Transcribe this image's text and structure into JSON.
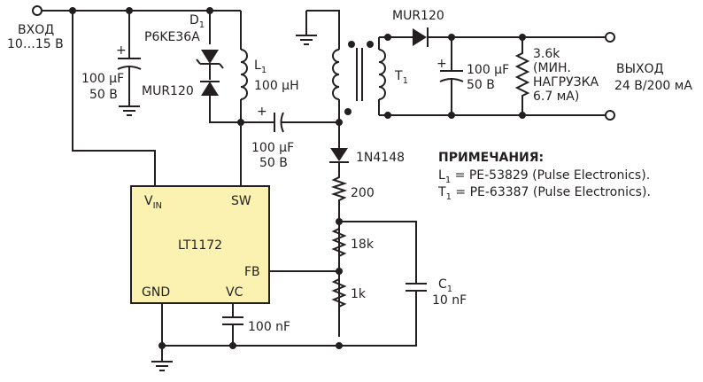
{
  "colors": {
    "ic_fill": "#fbf1b0",
    "line": "#231f20"
  },
  "input": {
    "label": "ВХОД",
    "range": "10…15 В"
  },
  "output": {
    "label": "ВЫХОД",
    "spec": "24 В/200 мА"
  },
  "components": {
    "c_in": {
      "plus": "+",
      "value": "100 µF",
      "voltage": "50 В"
    },
    "d1": {
      "name": "D",
      "sub": "1",
      "part": "P6KE36A"
    },
    "d_clamp": {
      "part": "MUR120"
    },
    "l1": {
      "name": "L",
      "sub": "1",
      "value": "100 µH"
    },
    "c_couple": {
      "plus": "+",
      "value": "100 µF",
      "voltage": "50 В"
    },
    "d_out": {
      "part": "MUR120"
    },
    "t1": {
      "name": "T",
      "sub": "1"
    },
    "c_out": {
      "plus": "+",
      "value": "100 µF",
      "voltage": "50 В"
    },
    "r_load": {
      "value": "3.6k",
      "note1": "(МИН.",
      "note2": "НАГРУЗКА",
      "note3": "6.7 мА)"
    },
    "d_fb": {
      "part": "1N4148"
    },
    "r200": {
      "value": "200"
    },
    "r18k": {
      "value": "18k"
    },
    "r1k": {
      "value": "1k"
    },
    "c1": {
      "name": "C",
      "sub": "1",
      "value": "10 nF"
    },
    "c_vc": {
      "value": "100 nF"
    }
  },
  "ic": {
    "name": "LT1172",
    "pin_vin": "V",
    "pin_vin_sub": "IN",
    "pin_sw": "SW",
    "pin_fb": "FB",
    "pin_gnd": "GND",
    "pin_vc": "VC"
  },
  "notes": {
    "title": "ПРИМЕЧАНИЯ:",
    "l1_name": "L",
    "l1_sub": "1",
    "l1_text": " = PE-53829 (Pulse Electronics).",
    "t1_name": "T",
    "t1_sub": "1",
    "t1_text": " = PE-63387 (Pulse Electronics)."
  }
}
